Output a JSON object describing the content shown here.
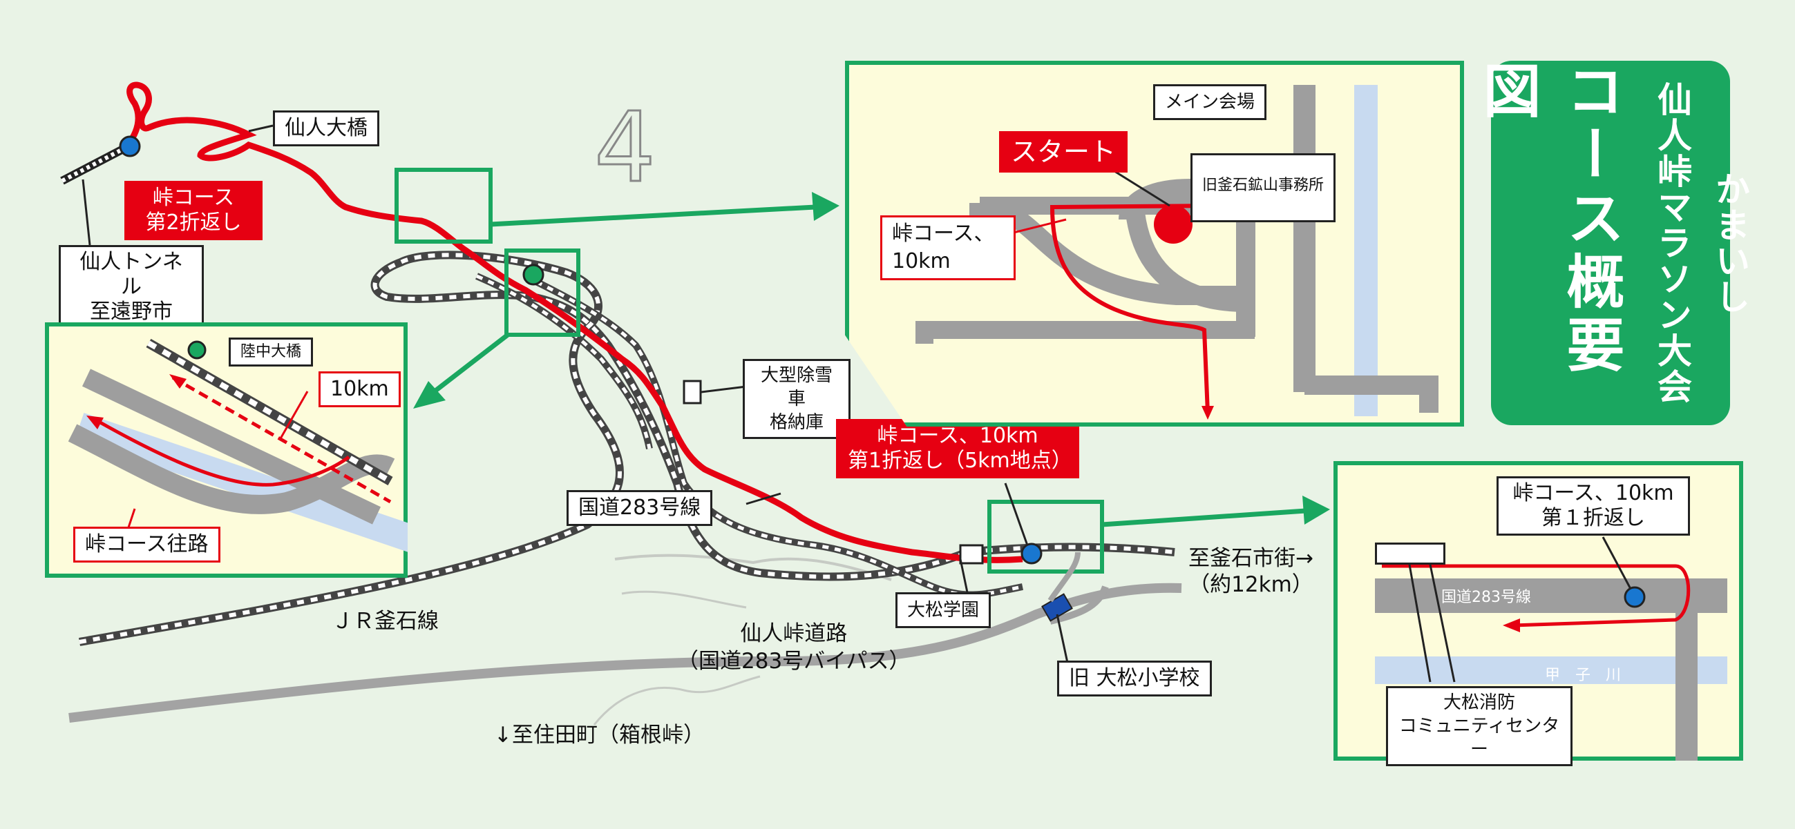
{
  "title": {
    "line1": "かまいし",
    "line2": "仙人峠マラソン大会",
    "line3": "コース概要図"
  },
  "map_labels": {
    "sennin_ohashi": "仙人大橋",
    "second_turn": "峠コース\n第2折返し",
    "tunnel": "仙人トンネル\n至遠野市",
    "snow_garage": "大型除雪車\n格納庫",
    "first_turn_main": "峠コース、10km\n第1折返し（5km地点）",
    "route283": "国道283号線",
    "omatsu_gakuen": "大松学園",
    "to_kamaishi": "至釜石市街→\n（約12km）",
    "jr_line": "ＪＲ釜石線",
    "bypass": "仙人峠道路\n（国道283号バイパス）",
    "old_school": "旧 大松小学校",
    "to_sumita": "↓至住田町（箱根峠）",
    "route_number": "4"
  },
  "inset_start": {
    "main_venue": "メイン会場",
    "mine_office": "旧釜石鉱山事務所",
    "start": "スタート",
    "course": "峠コース、\n10km"
  },
  "inset_bridge": {
    "rikuchu_bridge": "陸中大橋",
    "ten_km": "10km",
    "pass_route": "峠コース往路"
  },
  "inset_turn": {
    "turn_label": "峠コース、10km\n第１折返し",
    "road": "国道283号線",
    "river": "甲　子　川",
    "fire_center": "大松消防\nコミュニティセンター"
  },
  "colors": {
    "course": "#e60012",
    "frame_green": "#1aa760",
    "road_gray": "#9e9e9e",
    "river_blue": "#c8daf0",
    "background": "#e9f3e6",
    "inset_bg": "#fdfcdb"
  },
  "icons": [
    "turn-point-marker",
    "start-marker",
    "arrow-icon"
  ]
}
